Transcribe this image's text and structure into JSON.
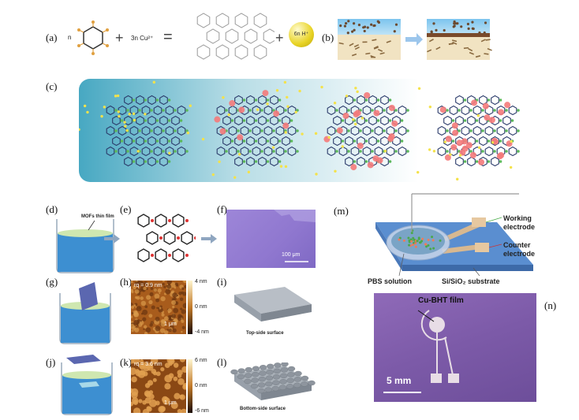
{
  "panels": {
    "a": "(a)",
    "b": "(b)",
    "c": "(c)",
    "d": "(d)",
    "e": "(e)",
    "f": "(f)",
    "g": "(g)",
    "h": "(h)",
    "i": "(i)",
    "j": "(j)",
    "k": "(k)",
    "l": "(l)",
    "m": "(m)",
    "n": "(n)"
  },
  "reaction": {
    "coef_n": "n",
    "plus1": "+",
    "copper": "3n Cu²⁺",
    "equals": "=",
    "plus2": "+",
    "proton": "6n H⁺"
  },
  "labels": {
    "mofs_film": "MOFs thin film",
    "scale_f": "100 μm",
    "h_rq": "rq = 0.9 nm",
    "k_rq": "rq = 3.6 nm",
    "scale_h": "1 μm",
    "scale_k": "1 μm",
    "cbar_h_top": "4 nm",
    "cbar_h_mid": "0 nm",
    "cbar_h_bot": "-4 nm",
    "cbar_k_top": "6 nm",
    "cbar_k_mid": "0 nm",
    "cbar_k_bot": "-6 nm",
    "top_surface": "Top-side surface",
    "bottom_surface": "Bottom-side surface",
    "working_electrode": "Working\nelectrode",
    "counter_electrode": "Counter\nelectrode",
    "pbs": "PBS solution",
    "substrate": "Si/SiO₂ substrate",
    "cu_bht": "Cu-BHT film",
    "scale_n": "5 mm"
  },
  "colors": {
    "water": "#3d8fd1",
    "film": "#cfe7b0",
    "purple": "#8a6fcf",
    "afm": "#b36a1f",
    "substrate": "#3d70b8",
    "copper_dot": "#f4e24a",
    "proton_dot": "#f06a6a"
  }
}
